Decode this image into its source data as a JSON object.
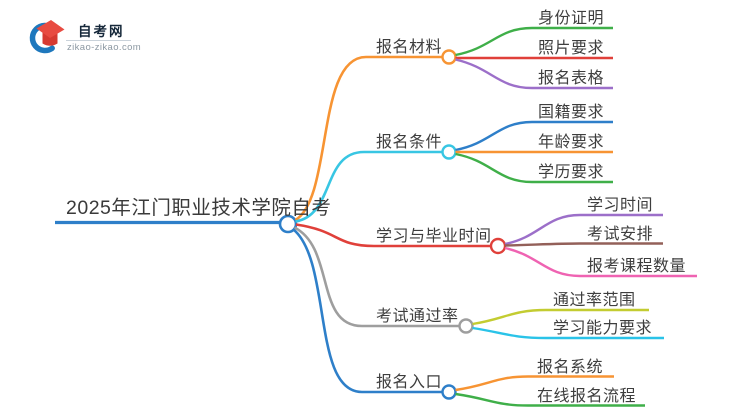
{
  "logo": {
    "site_name": "自考网",
    "site_url": "zikao-zikao.com",
    "icon_blue": "#1e78bd",
    "icon_red": "#e84b41",
    "icon_red_dark": "#d63a31"
  },
  "root": {
    "label": "2025年江门职业技术学院自考",
    "color": "#2e7fc9"
  },
  "branches": [
    {
      "label": "报名材料",
      "color": "#f79433",
      "children": [
        {
          "label": "身份证明",
          "color": "#3faf49"
        },
        {
          "label": "照片要求",
          "color": "#e0403a"
        },
        {
          "label": "报名表格",
          "color": "#9c6fc9"
        }
      ]
    },
    {
      "label": "报名条件",
      "color": "#38c6e3",
      "children": [
        {
          "label": "国籍要求",
          "color": "#2e7fc9"
        },
        {
          "label": "年龄要求",
          "color": "#f79433"
        },
        {
          "label": "学历要求",
          "color": "#3faf49"
        }
      ]
    },
    {
      "label": "学习与毕业时间",
      "color": "#e0403a",
      "children": [
        {
          "label": "学习时间",
          "color": "#9c6fc9"
        },
        {
          "label": "考试安排",
          "color": "#936059"
        },
        {
          "label": "报考课程数量",
          "color": "#ef63b2"
        }
      ]
    },
    {
      "label": "考试通过率",
      "color": "#9e9e9e",
      "children": [
        {
          "label": "通过率范围",
          "color": "#c3cc31"
        },
        {
          "label": "学习能力要求",
          "color": "#2ac3e8"
        }
      ]
    },
    {
      "label": "报名入口",
      "color": "#2e7fc9",
      "children": [
        {
          "label": "报名系统",
          "color": "#f79433"
        },
        {
          "label": "在线报名流程",
          "color": "#3faf49"
        }
      ]
    }
  ]
}
